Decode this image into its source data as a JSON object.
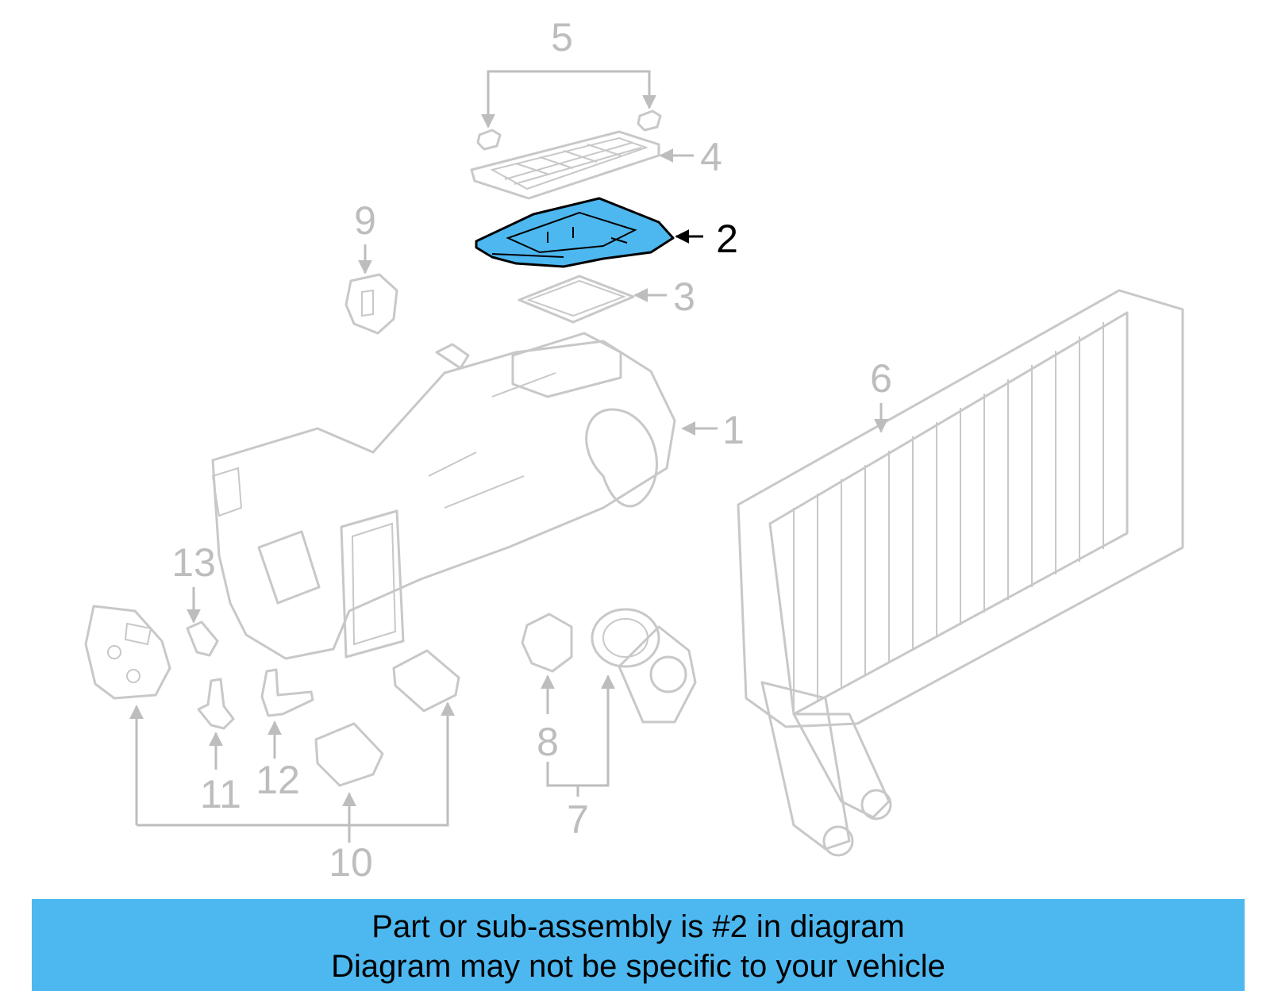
{
  "callouts": {
    "c1": "1",
    "c2": "2",
    "c3": "3",
    "c4": "4",
    "c5": "5",
    "c6": "6",
    "c7": "7",
    "c8": "8",
    "c9": "9",
    "c10": "10",
    "c11": "11",
    "c12": "12",
    "c13": "13"
  },
  "banner": {
    "line1": "Part or sub-assembly is #2 in diagram",
    "line2": "Diagram may not be specific to your vehicle"
  },
  "colors": {
    "highlight_part": "#4db8f0",
    "banner_background": "#4db8f0",
    "part_outline": "#c8c8c8"
  }
}
